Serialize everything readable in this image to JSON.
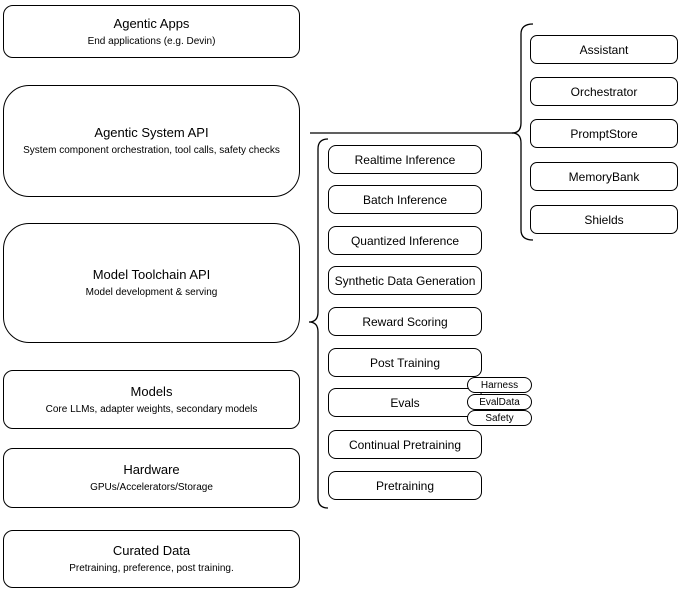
{
  "diagram": {
    "colors": {
      "stroke": "#000000",
      "fill": "#ffffff",
      "background": "#ffffff"
    },
    "left_stack": [
      {
        "title": "Agentic Apps",
        "subtitle": "End applications (e.g. Devin)"
      },
      {
        "title": "Agentic System API",
        "subtitle": "System component orchestration, tool calls, safety checks"
      },
      {
        "title": "Model Toolchain API",
        "subtitle": "Model development & serving"
      },
      {
        "title": "Models",
        "subtitle": "Core LLMs, adapter weights, secondary models"
      },
      {
        "title": "Hardware",
        "subtitle": "GPUs/Accelerators/Storage"
      },
      {
        "title": "Curated Data",
        "subtitle": "Pretraining, preference, post training."
      }
    ],
    "toolchain_group": {
      "items": [
        "Realtime Inference",
        "Batch Inference",
        "Quantized Inference",
        "Synthetic Data Generation",
        "Reward Scoring",
        "Post Training",
        "Evals",
        "Continual Pretraining",
        "Pretraining"
      ],
      "evals_tags": [
        "Harness",
        "EvalData",
        "Safety"
      ]
    },
    "system_group": {
      "items": [
        "Assistant",
        "Orchestrator",
        "PromptStore",
        "MemoryBank",
        "Shields"
      ]
    }
  }
}
